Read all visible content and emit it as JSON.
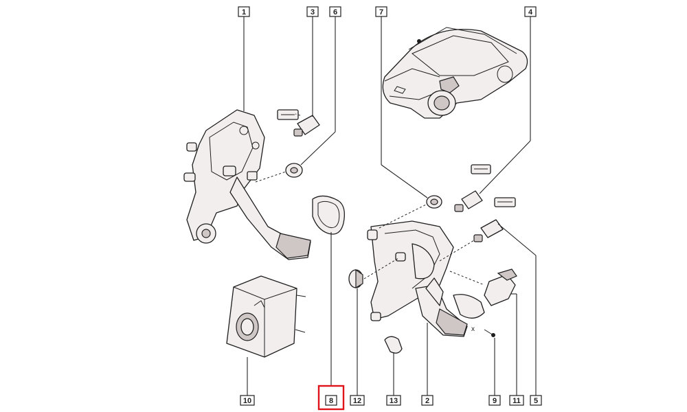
{
  "callouts": [
    {
      "id": "1",
      "label": "1"
    },
    {
      "id": "3",
      "label": "3"
    },
    {
      "id": "6",
      "label": "6"
    },
    {
      "id": "7",
      "label": "7"
    },
    {
      "id": "4",
      "label": "4"
    },
    {
      "id": "10",
      "label": "10"
    },
    {
      "id": "8",
      "label": "8"
    },
    {
      "id": "12",
      "label": "12"
    },
    {
      "id": "13",
      "label": "13"
    },
    {
      "id": "2",
      "label": "2"
    },
    {
      "id": "9",
      "label": "9"
    },
    {
      "id": "11",
      "label": "11"
    },
    {
      "id": "5",
      "label": "5"
    }
  ],
  "highlighted_callout": "8",
  "colors": {
    "highlight": "#e0131b",
    "line": "#1e1e1e",
    "part_fill": "#f3eeee"
  },
  "annotations": {
    "x_mark": "x"
  }
}
